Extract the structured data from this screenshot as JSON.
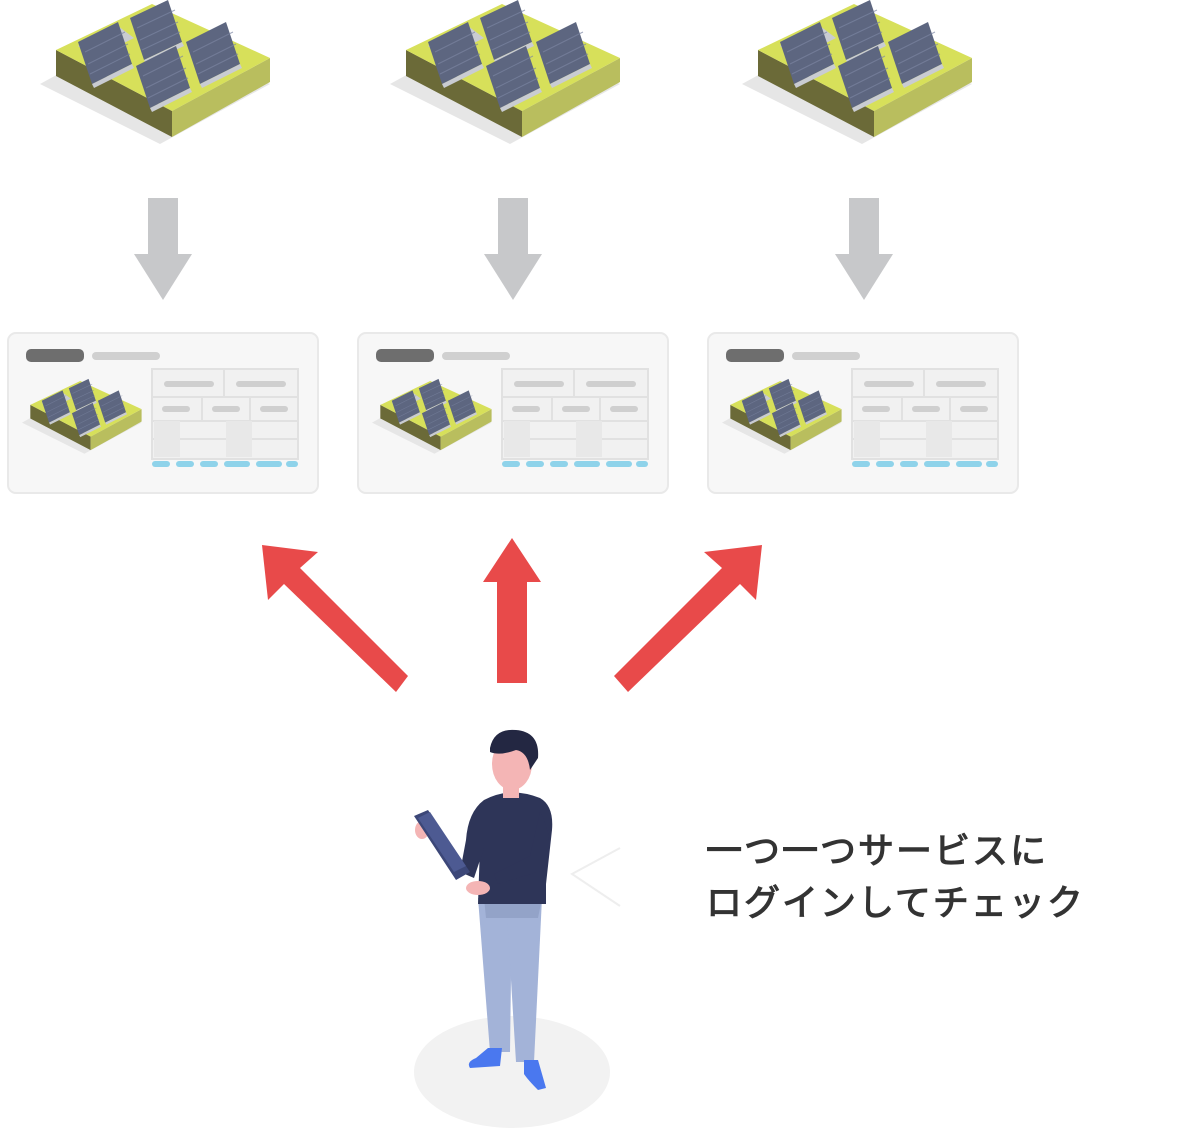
{
  "diagram": {
    "caption_lines": [
      "一つ一つサービスに",
      "ログインしてチェック"
    ],
    "sites": [
      {
        "id": "site-1"
      },
      {
        "id": "site-2"
      },
      {
        "id": "site-3"
      }
    ],
    "colors": {
      "platform_top": "#d7e05a",
      "platform_side_dark": "#6b6a38",
      "platform_side_light": "#b9be5e",
      "panel": "#5d6680",
      "panel_frame": "#c9ccd2",
      "down_arrow": "#c7c8ca",
      "up_arrow": "#e84a4a",
      "card_bg": "#f7f7f7",
      "card_border": "#e6e6e6",
      "card_title_dark": "#6e6e6e",
      "card_title_light": "#d0d0d0",
      "card_footer": "#8fd3ea",
      "person_shirt": "#2e3558",
      "person_pants": "#a3b3d8",
      "person_skin": "#f4b5b5",
      "person_shoes": "#4a78ef",
      "person_hair": "#232742",
      "shadow": "#f2f2f2"
    }
  }
}
